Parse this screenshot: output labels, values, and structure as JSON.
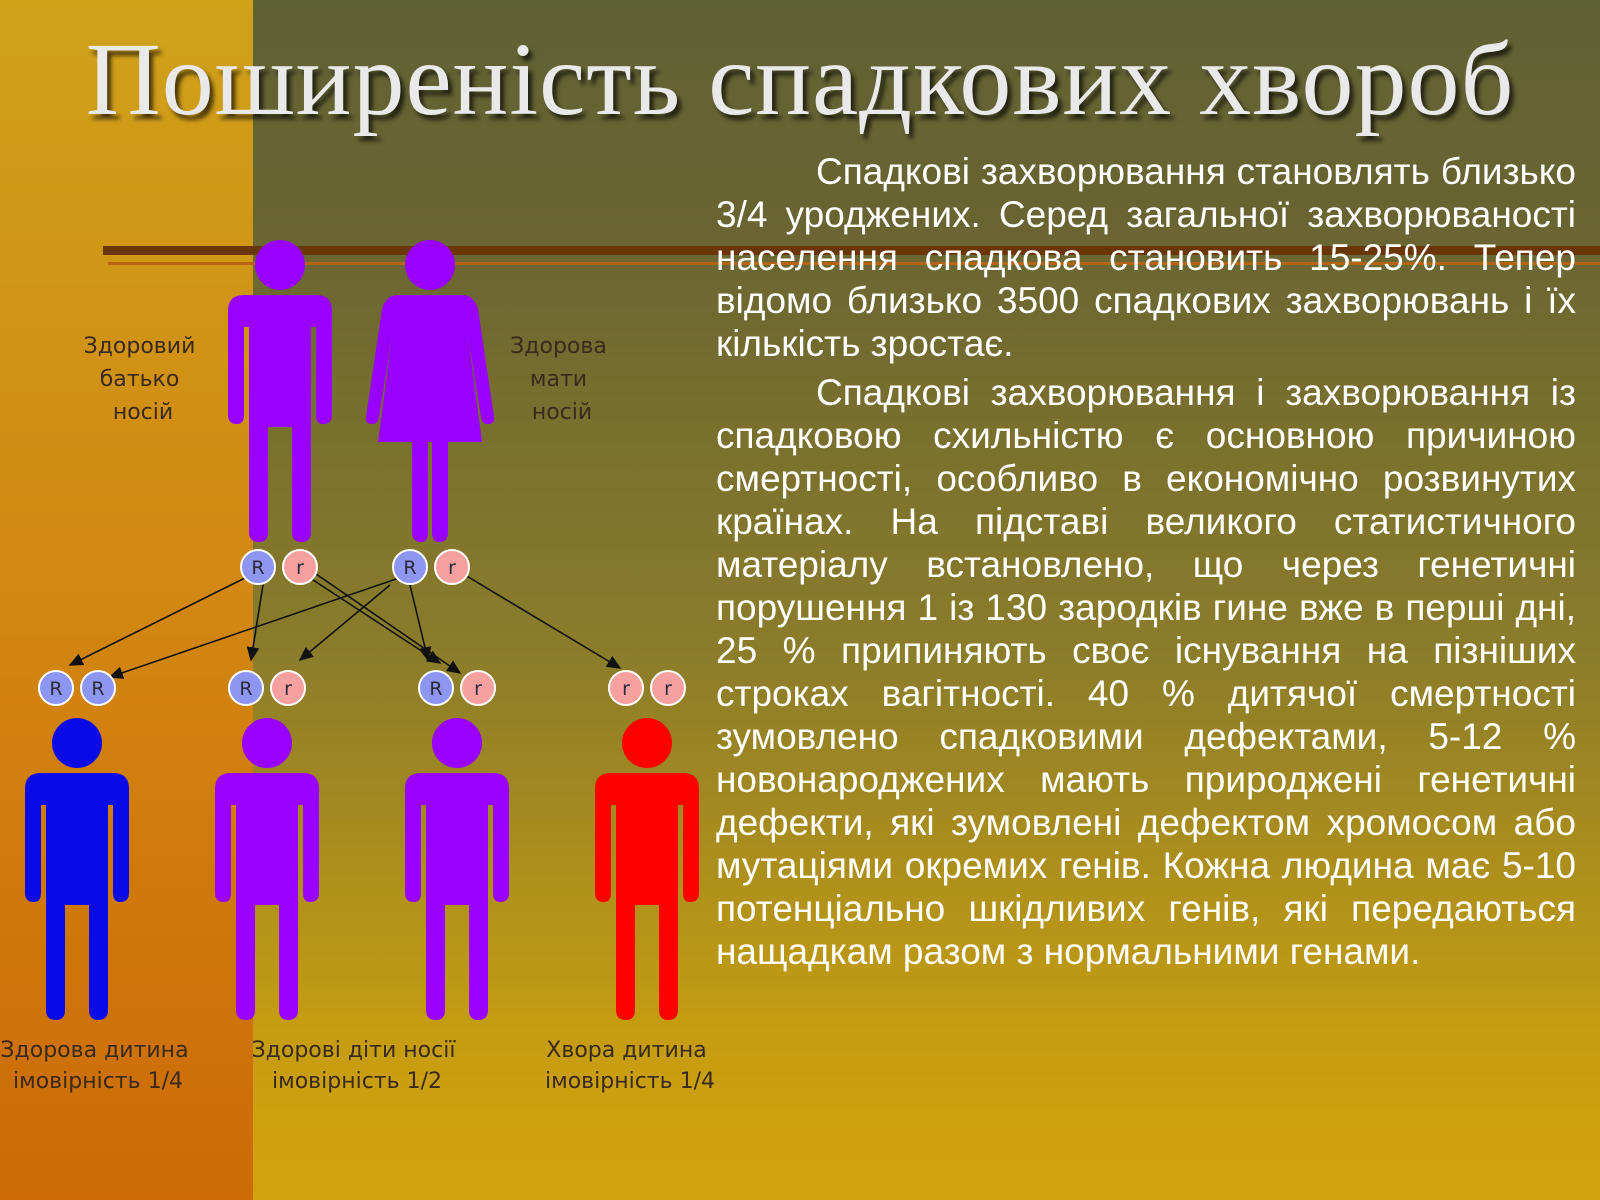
{
  "slide": {
    "title": "Поширеність спадкових хвороб",
    "paragraphs": [
      "Спадкові захворювання становлять близько 3/4 уроджених. Серед загальної захворюваності населення спадкова становить 15-25%. Тепер відомо близько 3500 спадкових захворювань і їх кількість зростає.",
      "Спадкові захворювання і захворювання із спадковою схильністю є основною причиною смертності, особливо в економічно розвинутих країнах. На підставі великого статистичного матеріалу встановлено, що через генетичні порушення 1 із 130 зародків гине вже в перші дні, 25 % припиняють своє існування на пізніших строках вагітності. 40 % дитячої смертності зумовлено спадковими дефектами, 5-12 % новонароджених мають природжені генетичні дефекти, які зумовлені дефектом хромосом або мутаціями окремих генів. Кожна людина має 5-10 потенціально шкідливих генів, які передаються нащадкам разом з нормальними генами."
    ]
  },
  "diagram": {
    "father": {
      "line1": "Здоровий",
      "line2": "батько",
      "line3": "носій",
      "alleles": [
        "R",
        "r"
      ]
    },
    "mother": {
      "line1": "Здорова",
      "line2": "мати",
      "line3": "носій",
      "alleles": [
        "R",
        "r"
      ]
    },
    "children": [
      {
        "alleles": [
          "R",
          "R"
        ],
        "color": "#0a0ae6"
      },
      {
        "alleles": [
          "R",
          "r"
        ],
        "color": "#9900ff"
      },
      {
        "alleles": [
          "R",
          "r"
        ],
        "color": "#9900ff"
      },
      {
        "alleles": [
          "r",
          "r"
        ],
        "color": "#ff0000"
      }
    ],
    "captions": {
      "healthy": {
        "line1": "Здорова дитина",
        "line2": "імовірність 1/4"
      },
      "carriers": {
        "line1": "Здорові діти носії",
        "line2": "імовірність 1/2"
      },
      "sick": {
        "line1": "Хвора дитина",
        "line2": "імовірність 1/4"
      }
    },
    "colors": {
      "parent": "#9900ff",
      "dominant_allele": "#8d96f0",
      "recessive_allele": "#f7a0a0"
    }
  }
}
